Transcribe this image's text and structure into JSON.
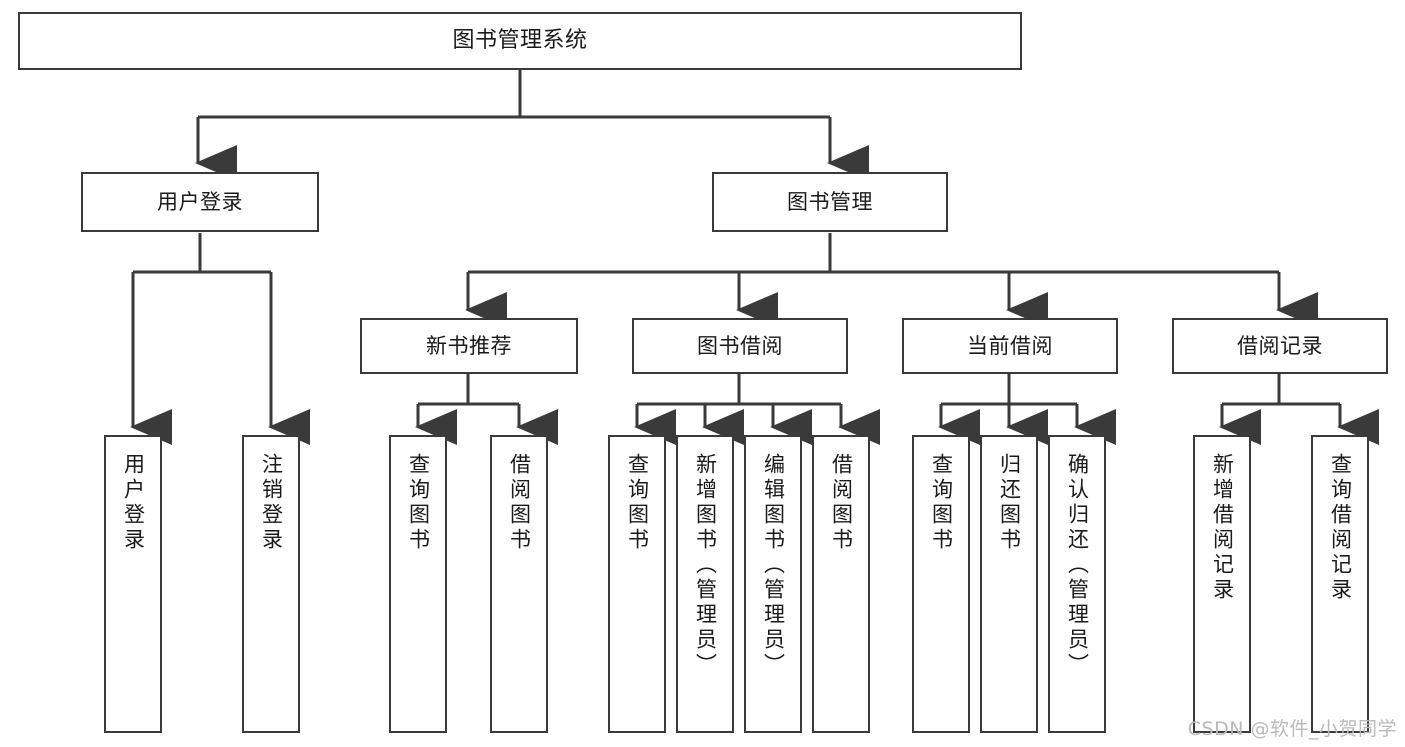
{
  "diagram": {
    "title": "图书管理系统",
    "watermark": "CSDN @软件_小贺同学",
    "colors": {
      "box_border": "#3a3a3a",
      "line": "#3a3a3a",
      "background": "#ffffff",
      "watermark": "#b9b9b9"
    },
    "nodes": {
      "root": {
        "label": "图书管理系统"
      },
      "level2": [
        {
          "label": "用户登录"
        },
        {
          "label": "图书管理"
        }
      ],
      "level3": [
        {
          "label": "新书推荐"
        },
        {
          "label": "图书借阅"
        },
        {
          "label": "当前借阅"
        },
        {
          "label": "借阅记录"
        }
      ],
      "leaves_user_login": [
        {
          "label": "用户登录"
        },
        {
          "label": "注销登录"
        }
      ],
      "leaves_new_book": [
        {
          "label": "查询图书"
        },
        {
          "label": "借阅图书"
        }
      ],
      "leaves_borrow": [
        {
          "label": "查询图书"
        },
        {
          "label": "新增图书（管理员）"
        },
        {
          "label": "编辑图书（管理员）"
        },
        {
          "label": "借阅图书"
        }
      ],
      "leaves_current": [
        {
          "label": "查询图书"
        },
        {
          "label": "归还图书"
        },
        {
          "label": "确认归还（管理员）"
        }
      ],
      "leaves_records": [
        {
          "label": "新增借阅记录"
        },
        {
          "label": "查询借阅记录"
        }
      ]
    }
  }
}
